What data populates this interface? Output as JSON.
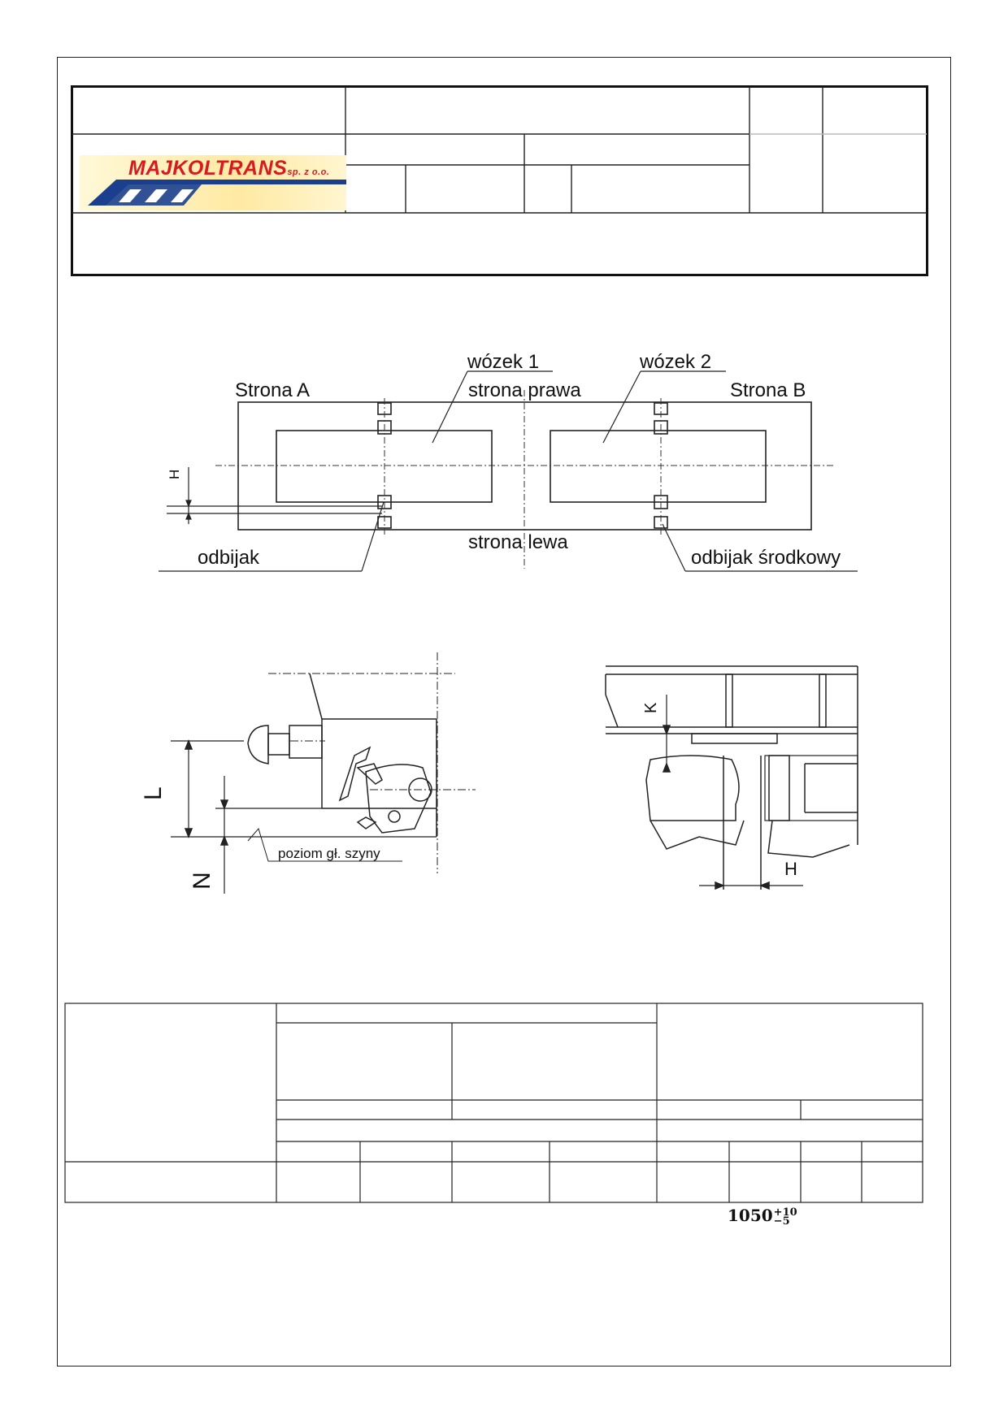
{
  "logo": {
    "name": "MAJKOLTRANS",
    "suffix": "sp. z o.o."
  },
  "diagram_top": {
    "wozek1": "wózek 1",
    "wozek2": "wózek 2",
    "strona_a": "Strona A",
    "strona_b": "Strona B",
    "strona_prawa": "strona prawa",
    "strona_lewa": "strona lewa",
    "odbijak": "odbijak",
    "odbijak_srodkowy": "odbijak środkowy",
    "dim_h": "H"
  },
  "diagram_left": {
    "dim_l": "L",
    "dim_n": "N",
    "rail_label": "poziom gł. szyny"
  },
  "diagram_right": {
    "dim_k": "K",
    "dim_h": "H"
  },
  "tolerance": {
    "value": "1050",
    "upper": "+10",
    "lower": "−5"
  }
}
